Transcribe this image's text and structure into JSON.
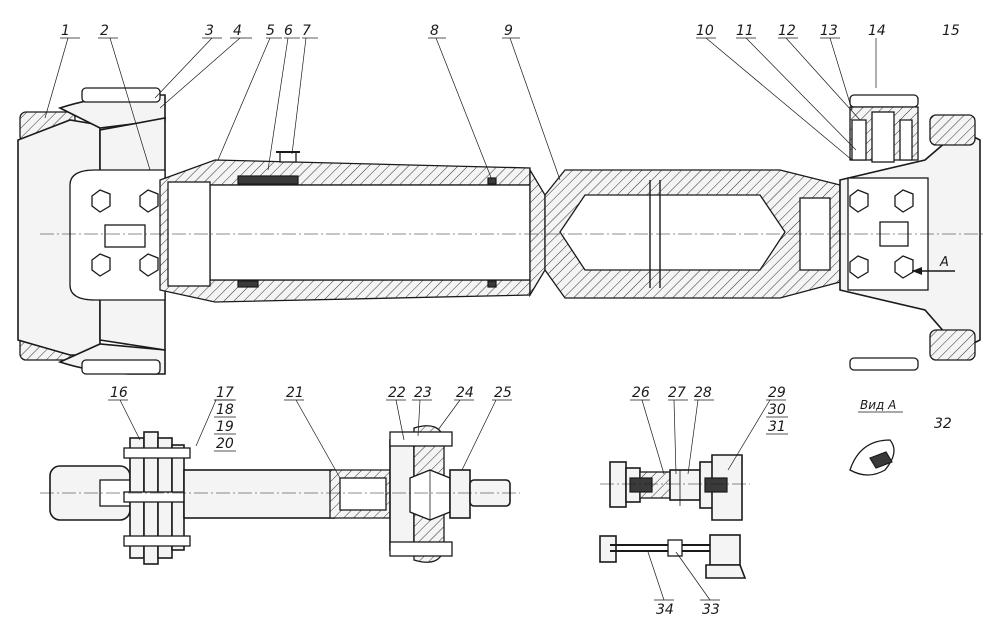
{
  "callouts": [
    "1",
    "2",
    "3",
    "4",
    "5",
    "6",
    "7",
    "8",
    "9",
    "10",
    "11",
    "12",
    "13",
    "14",
    "15",
    "16",
    "17",
    "18",
    "19",
    "20",
    "21",
    "22",
    "23",
    "24",
    "25",
    "26",
    "27",
    "28",
    "29",
    "30",
    "31",
    "32",
    "33",
    "34"
  ],
  "section_marker": "A",
  "view_label": "Вид А",
  "colors": {
    "ink": "#1a1a1a",
    "paper": "#ffffff",
    "fill": "#f4f4f4"
  }
}
